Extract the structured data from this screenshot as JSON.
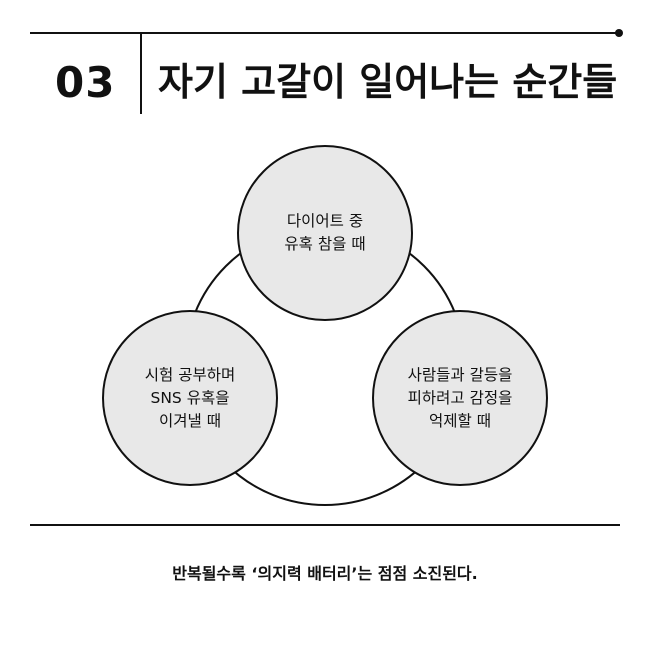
{
  "header": {
    "section_number": "03",
    "title": "자기 고갈이 일어나는 순간들"
  },
  "diagram": {
    "nodes": [
      {
        "id": "top",
        "lines": [
          "다이어트 중",
          "유혹 참을 때"
        ]
      },
      {
        "id": "left",
        "lines": [
          "시험 공부하며",
          "SNS 유혹을",
          "이겨낼 때"
        ]
      },
      {
        "id": "right",
        "lines": [
          "사람들과 갈등을",
          "피하려고 감정을",
          "억제할 때"
        ]
      }
    ],
    "colors": {
      "node_fill": "#e8e8e8",
      "stroke": "#111111"
    }
  },
  "footer": {
    "caption": "반복될수록 ‘의지력 배터리’는 점점 소진된다."
  }
}
